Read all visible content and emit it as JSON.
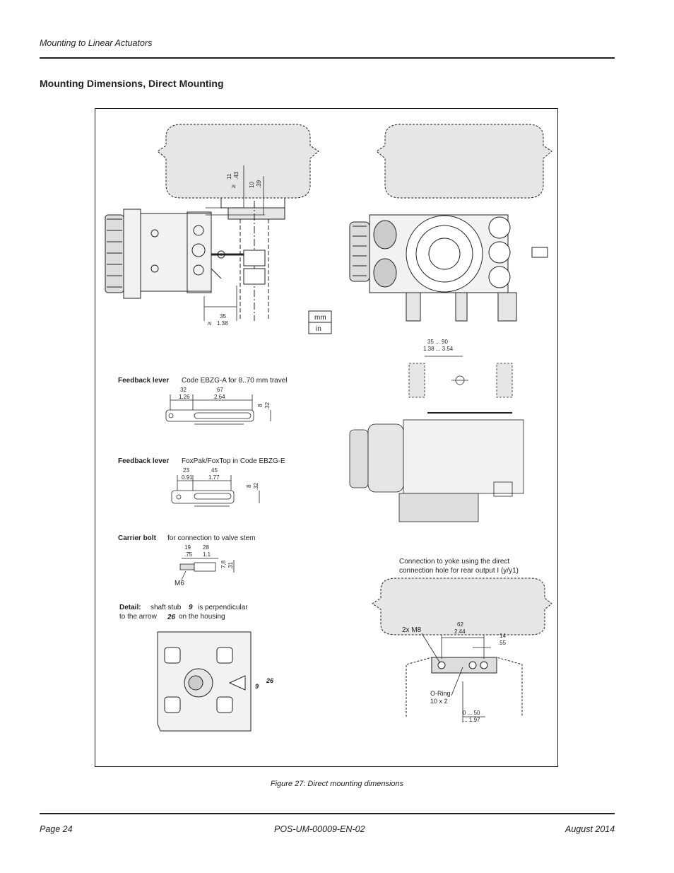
{
  "header": {
    "section": "Mounting to Linear Actuators"
  },
  "section_title": "Mounting Dimensions, Direct Mounting",
  "figure": {
    "caption": "Figure 27:  Direct mounting dimensions",
    "units": {
      "primary": "mm",
      "secondary": "in"
    },
    "side_view": {
      "dim_a_mm": "11",
      "dim_a_in": ".43",
      "dim_a_prefix": "≥",
      "dim_b_mm": "10",
      "dim_b_in": ".39",
      "dim_c_mm": "35",
      "dim_c_in": "1.38",
      "dim_c_prefix": "≥"
    },
    "feedback_lever_1": {
      "label": "Feedback lever",
      "desc": "Code EBZG-A for 8..70 mm travel",
      "d1_mm": "32",
      "d1_in": "1.26",
      "d2_mm": "67",
      "d2_in": "2.64",
      "d3_mm": "8",
      "d3_in": ".32"
    },
    "feedback_lever_2": {
      "label": "Feedback lever",
      "desc": "FoxPak/FoxTop in Code EBZG-E",
      "d1_mm": "23",
      "d1_in": "0.91",
      "d2_mm": "45",
      "d2_in": "1.77",
      "d3_mm": "8",
      "d3_in": ".32"
    },
    "carrier_bolt": {
      "label": "Carrier bolt",
      "desc": "for connection to valve stem",
      "d1_mm": "19",
      "d1_in": ".75",
      "d2_mm": "28",
      "d2_in": "1.1",
      "d3_mm": "7,8",
      "d3_in": ".31",
      "thread": "M6"
    },
    "detail": {
      "label": "Detail:",
      "line1a": "shaft stub",
      "num_shaft": "9",
      "line1b": "is perpendicular",
      "line2a": "to the arrow",
      "num_arrow": "26",
      "line2b": "on the housing"
    },
    "travel_range": {
      "mm": "35 ... 90",
      "in": "1.38 ... 3.54"
    },
    "yoke_connection": {
      "line1": "Connection to yoke using the direct",
      "line2": "connection hole for rear output I (y/y1)",
      "holes": "2x M8",
      "d1_mm": "62",
      "d1_in": "2.44",
      "d2_mm": "14",
      "d2_in": ".55",
      "oring_1": "O-Ring",
      "oring_2": "10 x 2",
      "d3_mm": "0 ... 50",
      "d3_in": "... 1.97"
    }
  },
  "footer": {
    "page": "Page 24",
    "doc_id": "POS-UM-00009-EN-02",
    "date": "August 2014"
  }
}
